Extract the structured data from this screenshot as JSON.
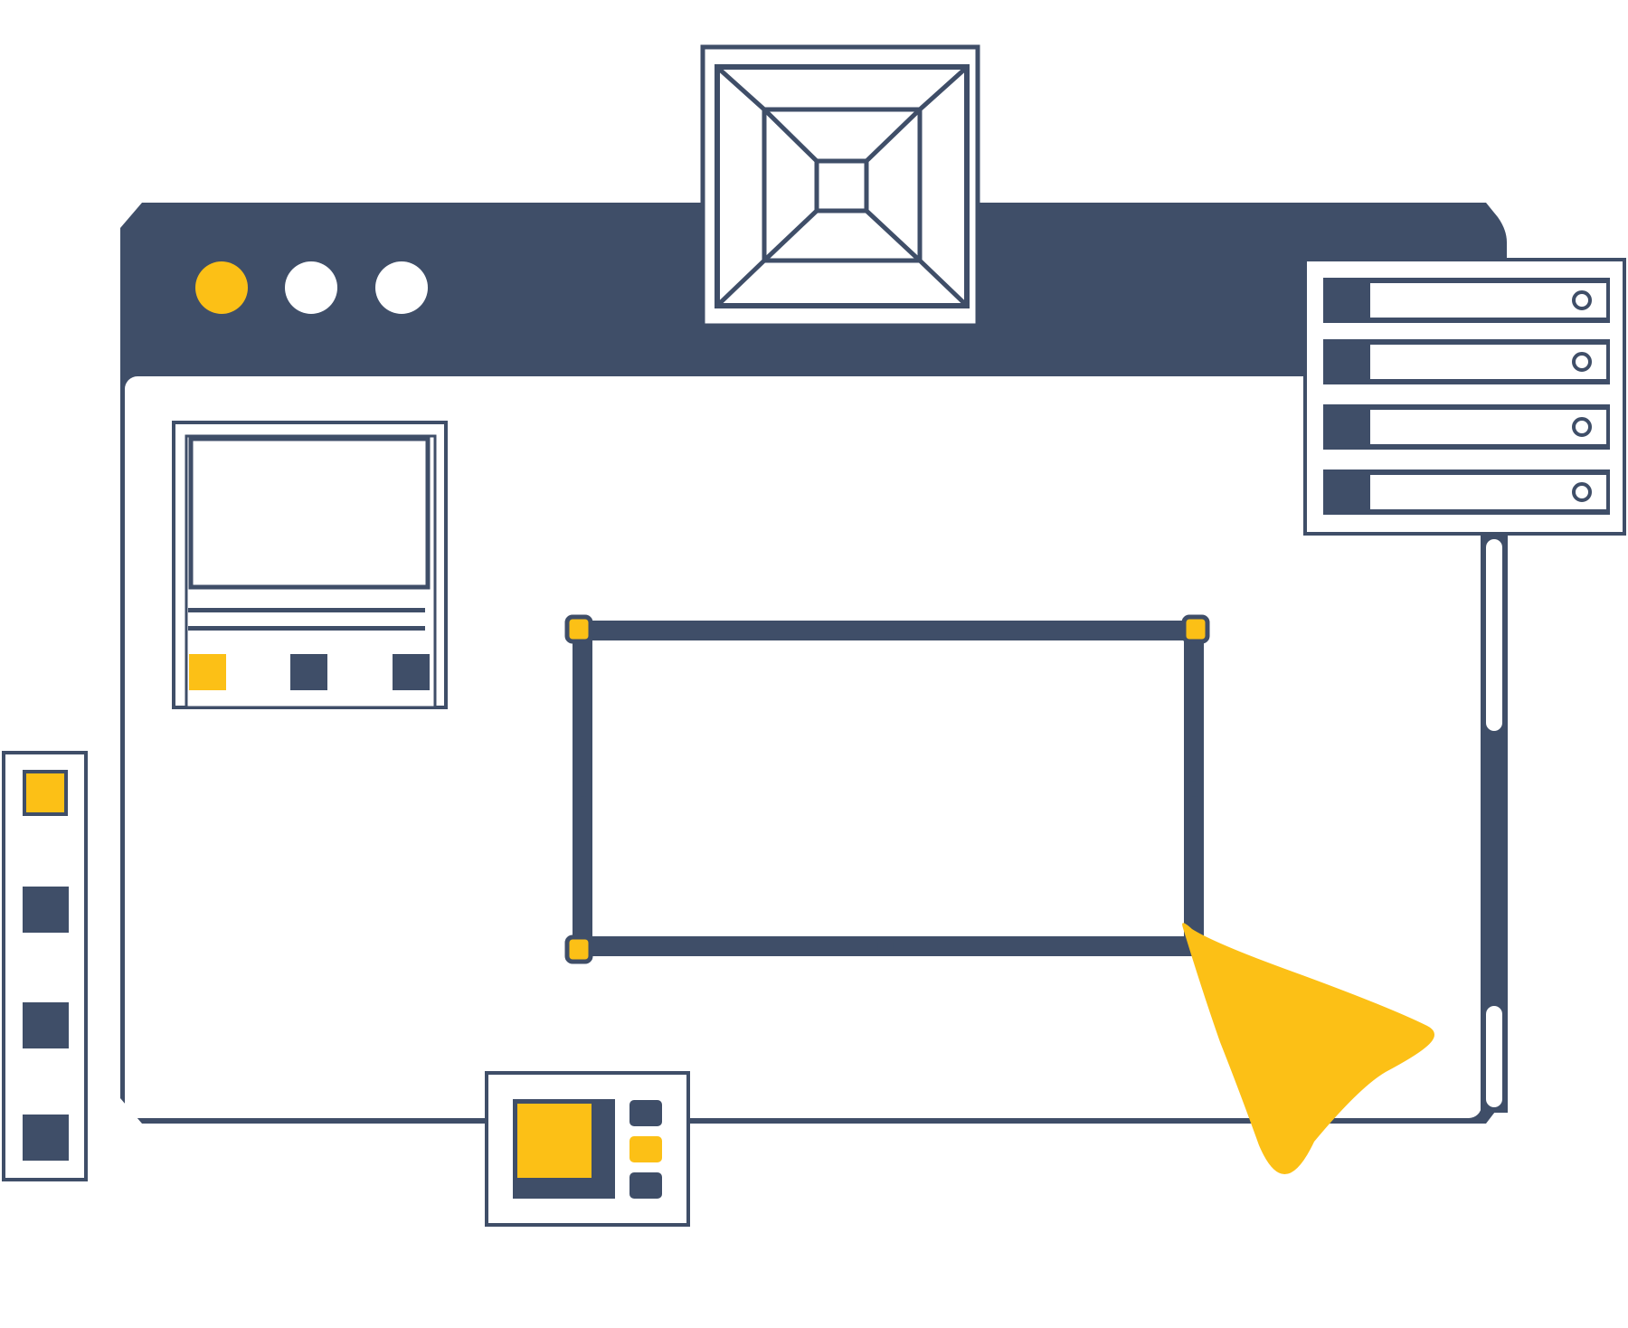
{
  "illustration": {
    "kind": "ui-design-wireframe",
    "window_controls": [
      "close-dot",
      "minimize-dot",
      "maximize-dot"
    ],
    "panels": [
      "3d-box-card",
      "preview-card",
      "list-card",
      "tool-strip",
      "layers-card",
      "selection-frame"
    ],
    "list_rows": 4,
    "tool_strip_items": 4,
    "layers_items": 3
  },
  "colors": {
    "navy": "#3F4E68",
    "accent": "#FCC016",
    "background": "#FFFFFF"
  },
  "icons": {
    "cursor": "cursor-arrow-icon",
    "toggle": "toggle-icon",
    "box": "3d-box-icon"
  }
}
